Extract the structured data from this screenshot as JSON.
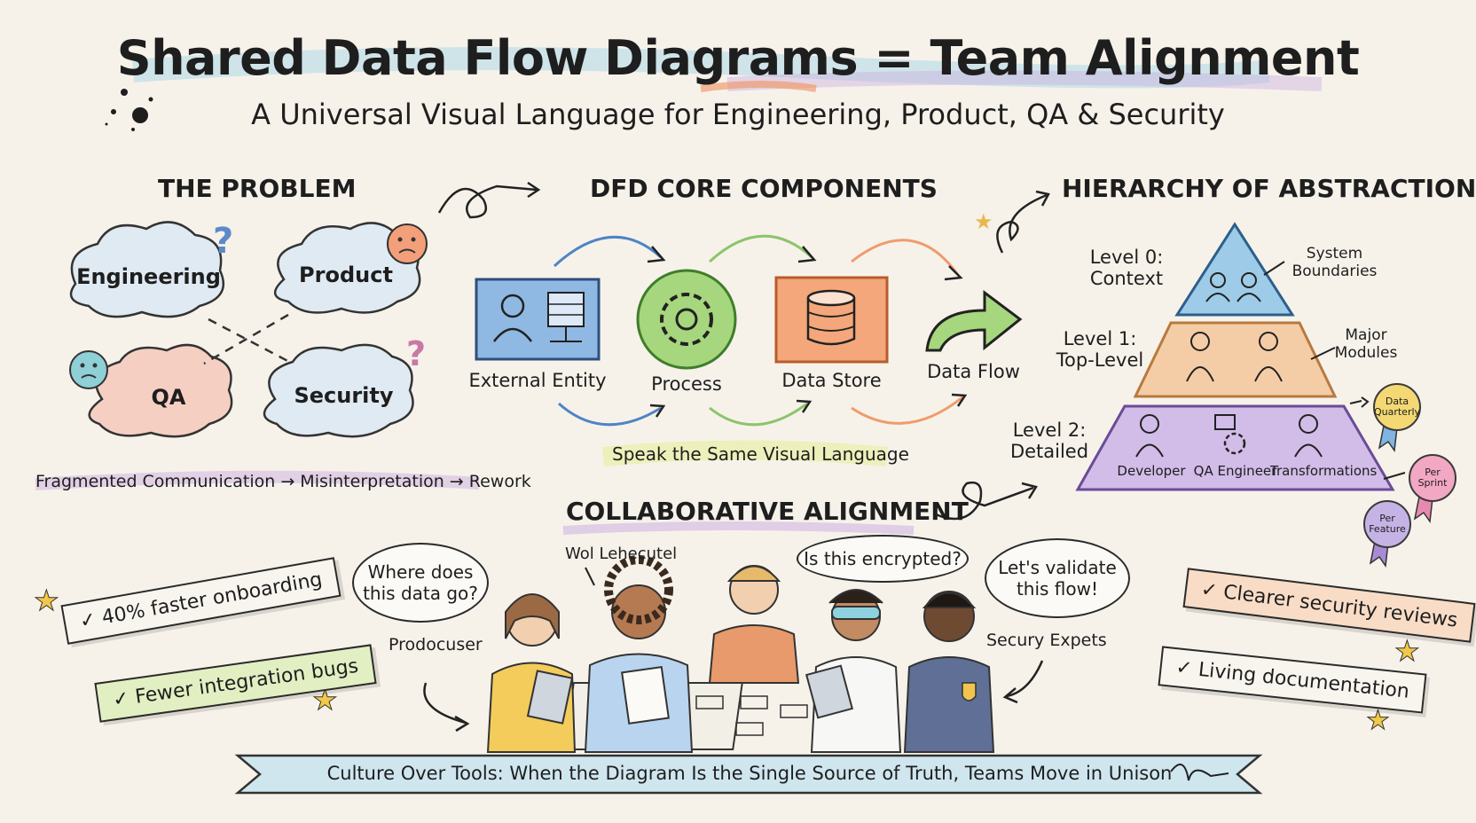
{
  "title": "Shared Data Flow Diagrams = Team Alignment",
  "subtitle": "A Universal Visual Language for Engineering, Product, QA & Security",
  "problem": {
    "heading": "THE PROBLEM",
    "clouds": [
      "Engineering",
      "Product",
      "QA",
      "Security"
    ],
    "caption": "Fragmented Communication → Misinterpretation → Rework"
  },
  "components": {
    "heading": "DFD CORE COMPONENTS",
    "items": [
      "External Entity",
      "Process",
      "Data Store",
      "Data Flow"
    ],
    "caption": "Speak the Same Visual Language"
  },
  "hierarchy": {
    "heading": "HIERARCHY OF ABSTRACTION",
    "levels": [
      {
        "left": "Level 0:\nContext",
        "right": "System\nBoundaries"
      },
      {
        "left": "Level 1:\nTop-Level",
        "right": "Major\nModules"
      },
      {
        "left": "Level 2:\nDetailed",
        "right": ""
      }
    ],
    "roles": [
      "Developer",
      "QA Engineer",
      "Transformations"
    ],
    "badges": [
      "Data\nQuarterly",
      "Per\nSprint",
      "Per\nFeature"
    ]
  },
  "collab": {
    "heading": "COLLABORATIVE ALIGNMENT",
    "bubbles": [
      "Where does\nthis data go?",
      "Is this encrypted?",
      "Let's validate\nthis flow!"
    ],
    "labels": [
      "Wol Lehecutel",
      "Prodocuser",
      "Secury Expets"
    ]
  },
  "benefits": {
    "left": [
      "✓ 40% faster onboarding",
      "✓ Fewer integration bugs"
    ],
    "right": [
      "✓ Clearer security reviews",
      "✓ Living documentation"
    ]
  },
  "banner": "Culture Over Tools: When the Diagram Is the Single Source of Truth, Teams Move in Unison",
  "colors": {
    "entity": "#4f84c4",
    "process": "#8dc46b",
    "store": "#ef9c6c",
    "pyramid0": "#8fc1e3",
    "pyramid1": "#f2c79b",
    "pyramid2": "#c9b0e0",
    "sticky": "#e2efc2",
    "badge": "#f3d873"
  }
}
